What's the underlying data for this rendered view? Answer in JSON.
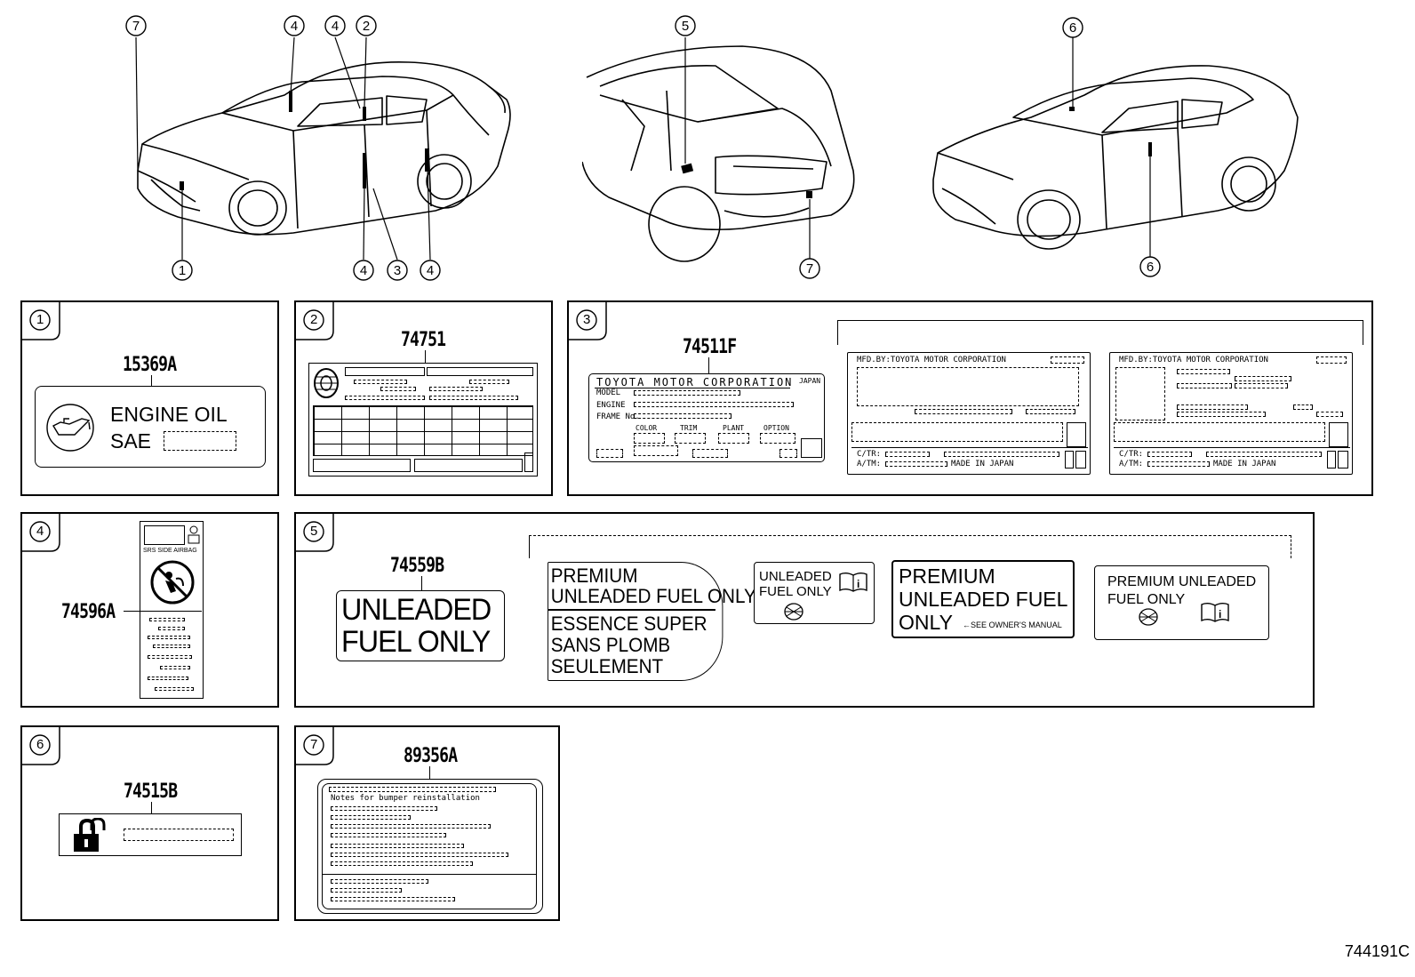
{
  "diagram_id": "744191C",
  "views": {
    "front_left": {
      "callouts": [
        "7",
        "4",
        "4",
        "2",
        "1",
        "4",
        "3",
        "4"
      ]
    },
    "rear": {
      "callouts": [
        "5",
        "7"
      ]
    },
    "front_right": {
      "callouts": [
        "6",
        "6"
      ]
    }
  },
  "panels": [
    {
      "index": "1",
      "part_number": "15369A",
      "label": {
        "line1": "ENGINE  OIL",
        "line2": "SAE"
      }
    },
    {
      "index": "2",
      "part_number": "74751"
    },
    {
      "index": "3",
      "part_number": "74511F",
      "label": {
        "maker": "TOYOTA  MOTOR  CORPORATION",
        "country": "JAPAN",
        "rows": [
          "MODEL",
          "ENGINE",
          "FRAME No."
        ],
        "fields": [
          "COLOR",
          "TRIM",
          "PLANT",
          "OPTION"
        ]
      },
      "variants": [
        {
          "header": "MFD.BY:TOYOTA MOTOR CORPORATION",
          "ct": "C/TR:",
          "atm": "A/TM:",
          "origin": "MADE  IN  JAPAN"
        },
        {
          "header": "MFD.BY:TOYOTA MOTOR CORPORATION",
          "ct": "C/TR:",
          "atm": "A/TM:",
          "origin": "MADE  IN  JAPAN"
        }
      ]
    },
    {
      "index": "4",
      "part_number": "74596A",
      "label": {
        "caption": "SRS  SIDE  AIRBAG"
      }
    },
    {
      "index": "5",
      "part_number": "74559B",
      "label": {
        "line1": "UNLEADED",
        "line2": "FUEL ONLY"
      },
      "variants": [
        {
          "lines": [
            "PREMIUM",
            "UNLEADED FUEL ONLY",
            "ESSENCE SUPER",
            "SANS PLOMB",
            "SEULEMENT"
          ]
        },
        {
          "lines": [
            "UNLEADED",
            "FUEL ONLY"
          ]
        },
        {
          "lines": [
            "PREMIUM",
            "UNLEADED FUEL",
            "ONLY"
          ],
          "note": "←SEE  OWNER'S MANUAL"
        },
        {
          "lines": [
            "PREMIUM  UNLEADED",
            "FUEL ONLY"
          ]
        }
      ]
    },
    {
      "index": "6",
      "part_number": "74515B"
    },
    {
      "index": "7",
      "part_number": "89356A",
      "label": {
        "line1": "Notes  for  bumper  reinstallation"
      }
    }
  ],
  "icons": [
    "oil-can-icon",
    "tire-icon",
    "airbag-warning-icon",
    "manual-book-icon",
    "diesel-stamp-icon",
    "padlock-icon"
  ]
}
